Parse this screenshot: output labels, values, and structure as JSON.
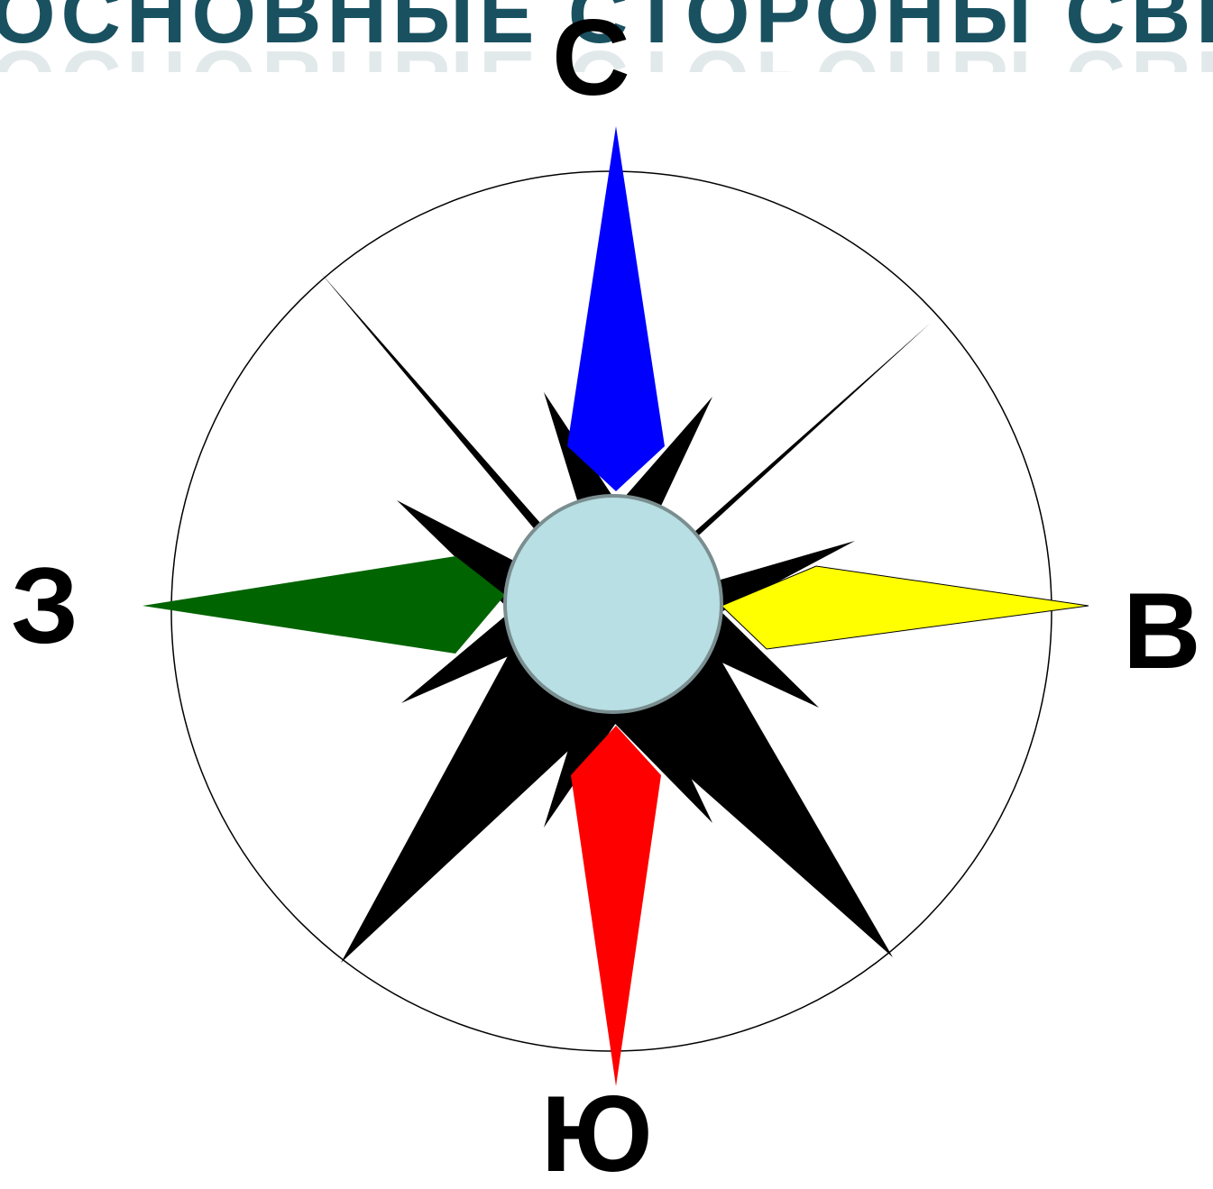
{
  "title": "ОСНОВНЫЕ СТОРОНЫ СВЕТА",
  "directions": {
    "north": "С",
    "south": "Ю",
    "west": "З",
    "east": "В"
  },
  "colors": {
    "title": "#1a5160",
    "north_ray": "#0000ff",
    "south_ray": "#ff0000",
    "west_ray": "#006400",
    "east_ray": "#ffff00",
    "star": "#000000",
    "center": "#b8dfe3"
  }
}
